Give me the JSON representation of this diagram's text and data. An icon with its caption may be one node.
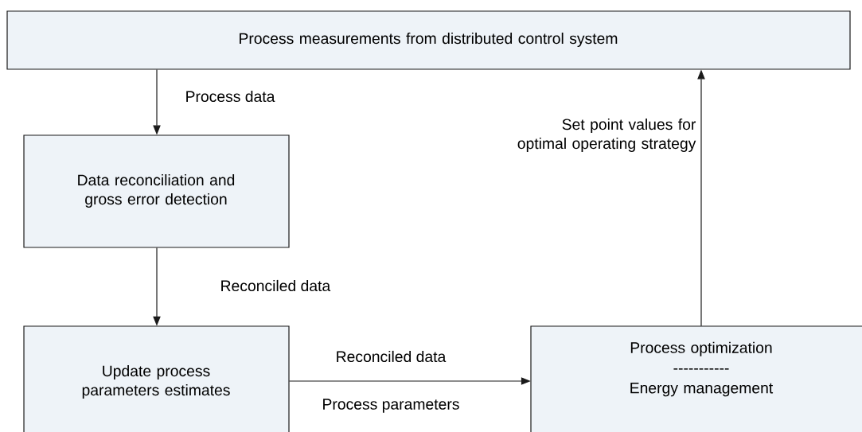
{
  "diagram": {
    "nodes": [
      {
        "text": [
          "Process measurements from distributed control system"
        ]
      },
      {
        "text": [
          "Data reconciliation and gross error detection"
        ]
      },
      {
        "text": [
          "Update process parameters estimates"
        ]
      },
      {
        "text": [
          "Process optimization",
          "-----------",
          "Energy management"
        ]
      }
    ],
    "edges": [
      {
        "from": 0,
        "to": 1,
        "arrow": "to",
        "label": "Process data"
      },
      {
        "from": 1,
        "to": 2,
        "arrow": "to",
        "label": "Reconciled data"
      },
      {
        "from": 2,
        "to": 3,
        "arrow": "to",
        "label": "Reconciled data"
      },
      {
        "from": 3,
        "to": 0,
        "arrow": "to",
        "label": "Set point values for optimal operating strategy"
      }
    ],
    "labels": [
      "Process parameters"
    ]
  }
}
